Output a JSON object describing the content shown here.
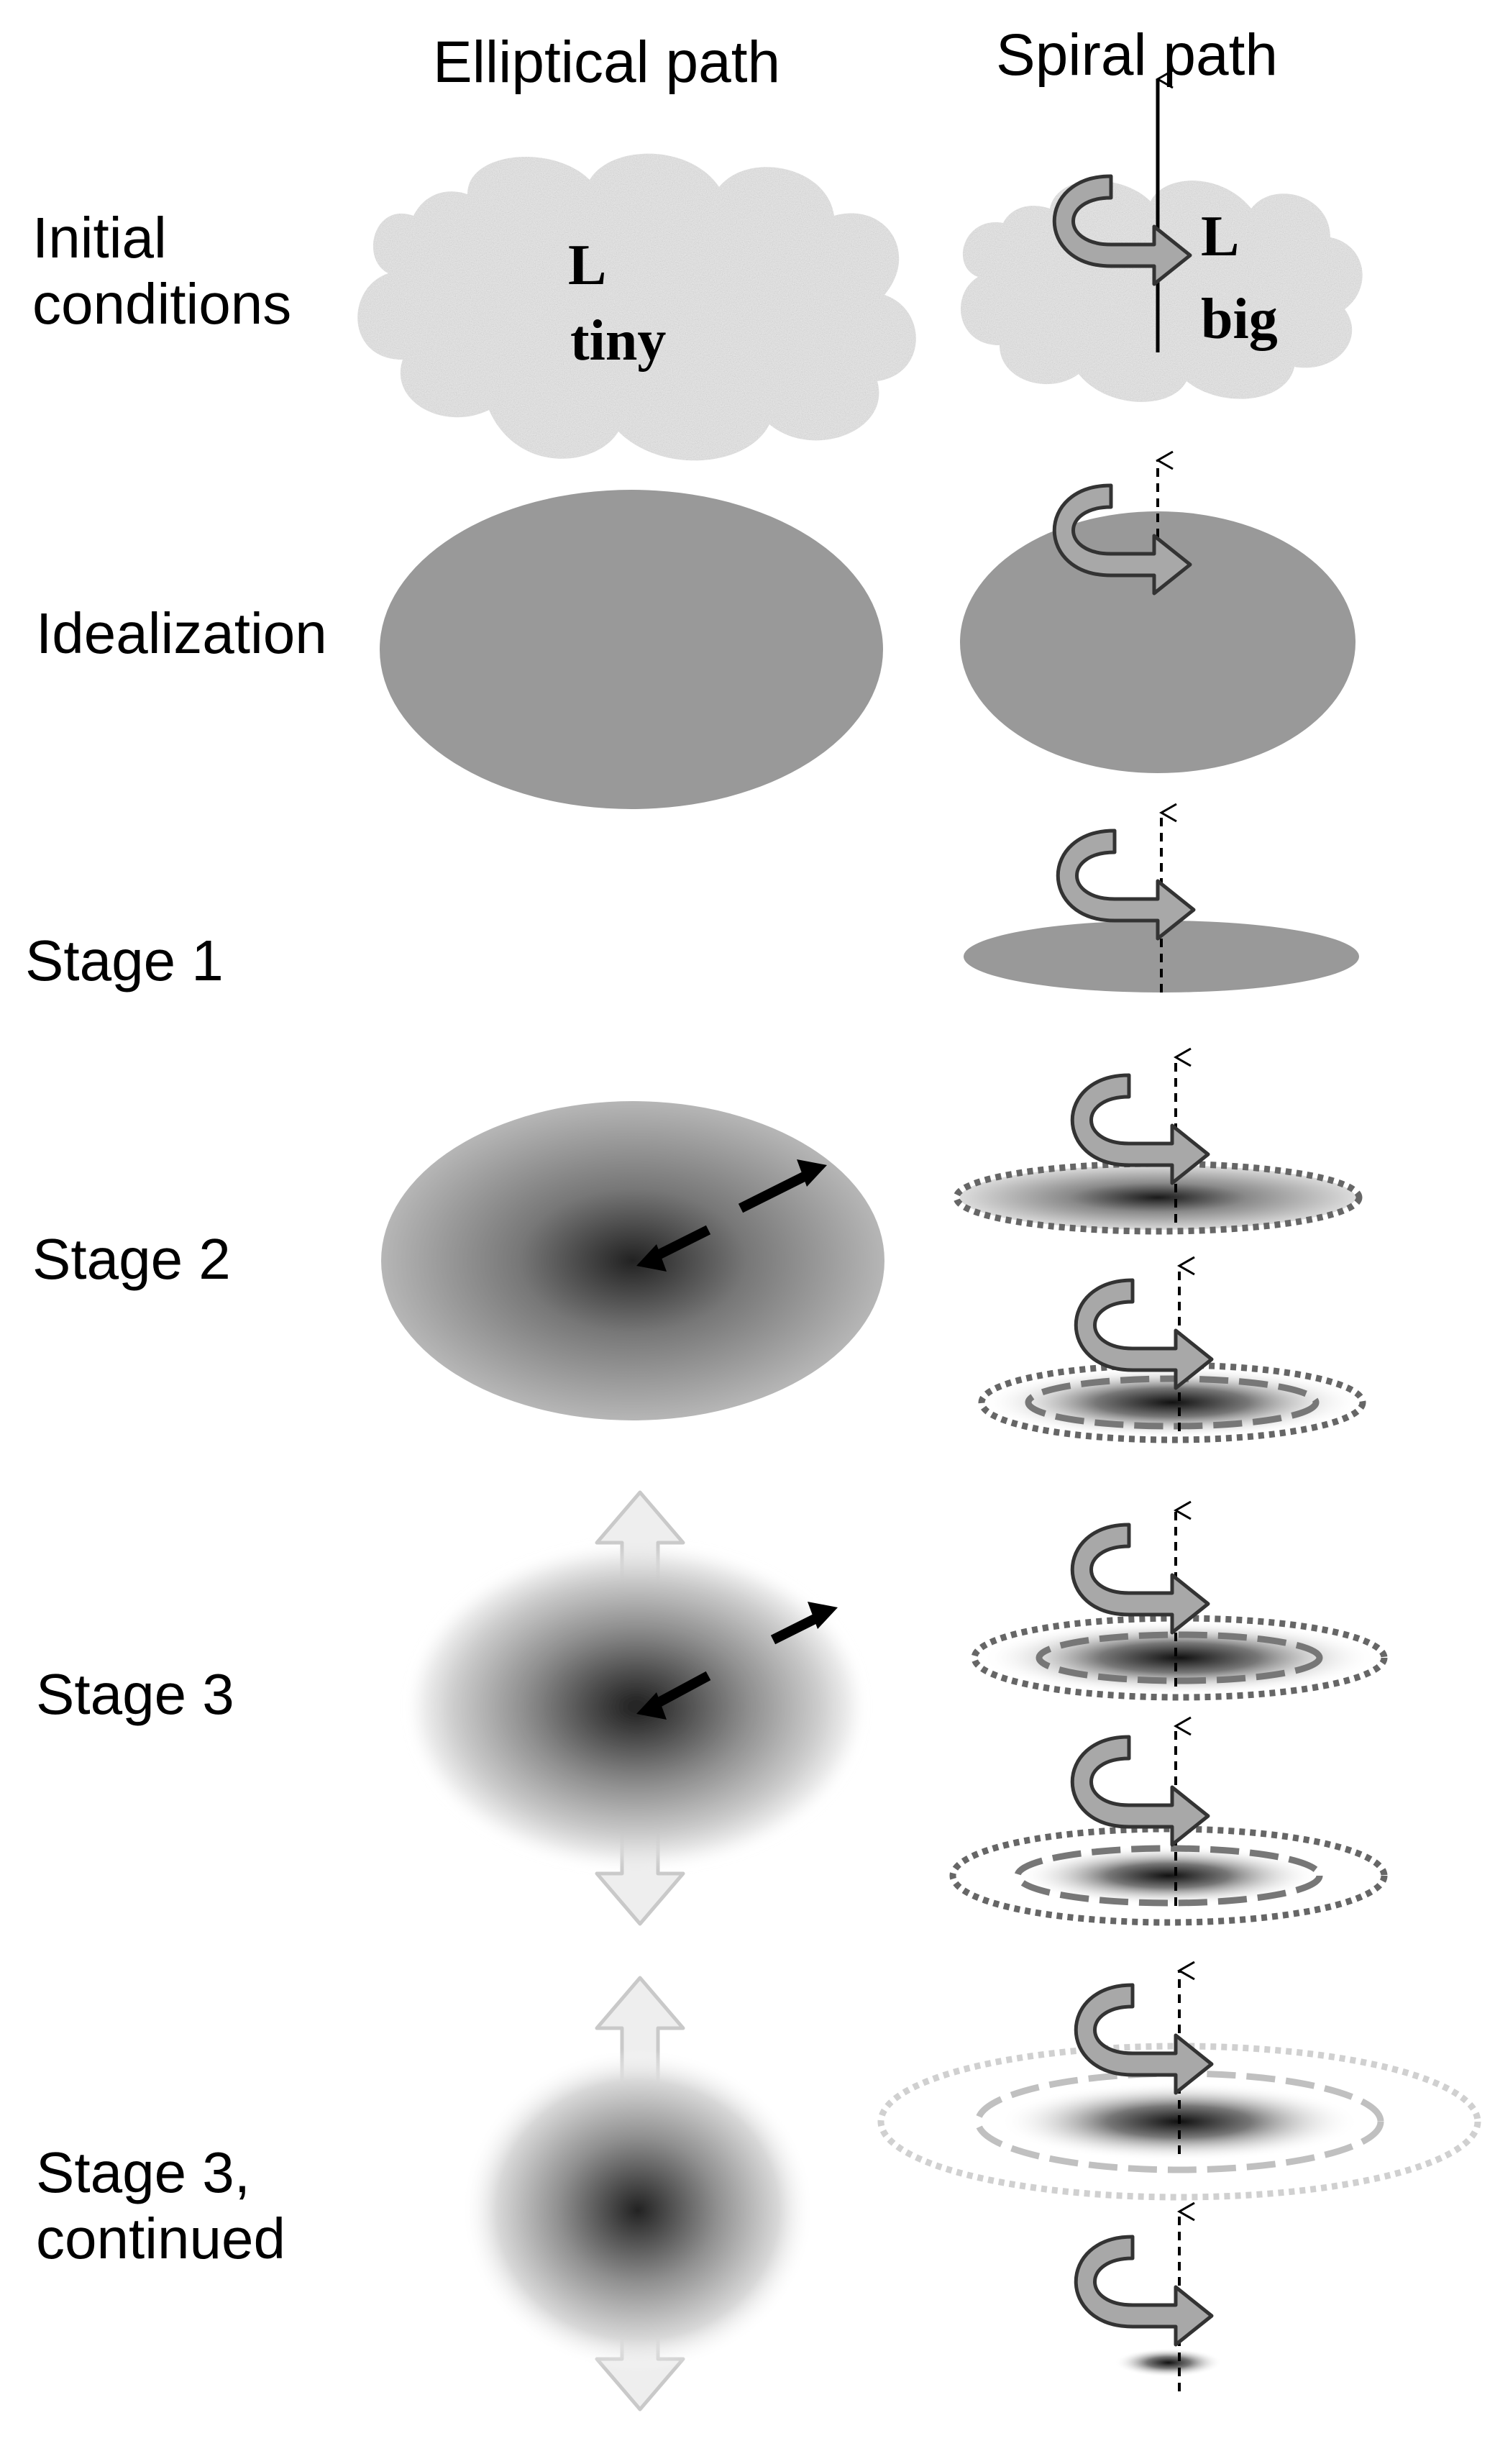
{
  "columns": {
    "elliptical": "Elliptical path",
    "spiral": "Spiral path"
  },
  "rows": {
    "initial_line1": "Initial",
    "initial_line2": "conditions",
    "idealization": "Idealization",
    "stage1": "Stage 1",
    "stage2": "Stage 2",
    "stage3": "Stage 3",
    "stage3c_line1": "Stage 3,",
    "stage3c_line2": "continued"
  },
  "cloud_labels": {
    "left_symbol": "L",
    "left_value": "tiny",
    "right_symbol": "L",
    "right_value": "big"
  },
  "colors": {
    "gray_fill": "#999999",
    "dark_core": "#1e1e1e",
    "cloud": "#e8e8e8",
    "dotted_ring": "#6e6e6e",
    "faint_ring": "#c8c8c8",
    "vertical_arrow": "#e6e6e6"
  }
}
